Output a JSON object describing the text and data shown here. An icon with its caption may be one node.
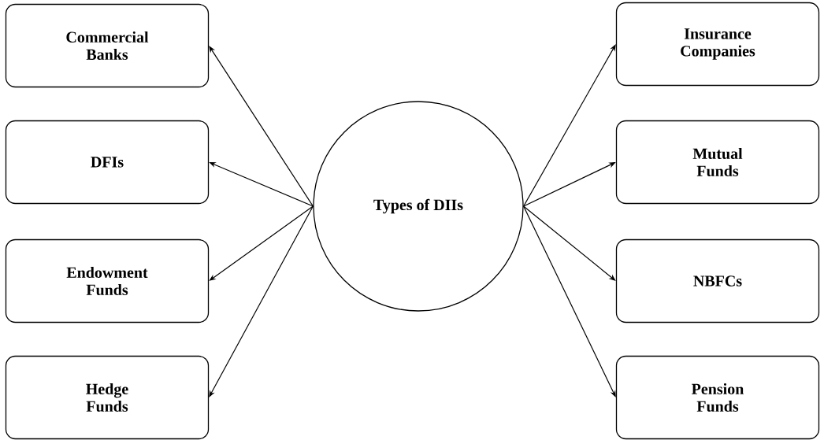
{
  "diagram": {
    "nodes": [
      {
        "text": [
          "Types of DIIs"
        ]
      },
      {
        "text": [
          "Commercial Banks"
        ]
      },
      {
        "text": [
          "DFIs"
        ]
      },
      {
        "text": [
          "Endowment Funds"
        ]
      },
      {
        "text": [
          "Hedge Funds"
        ]
      },
      {
        "text": [
          "Insurance Companies"
        ]
      },
      {
        "text": [
          "Mutual Funds"
        ]
      },
      {
        "text": [
          "NBFCs"
        ]
      },
      {
        "text": [
          "Pension Funds"
        ]
      }
    ],
    "edges": [
      {
        "from": 0,
        "to": 1,
        "arrow": "to"
      },
      {
        "from": 0,
        "to": 2,
        "arrow": "to"
      },
      {
        "from": 0,
        "to": 3,
        "arrow": "to"
      },
      {
        "from": 0,
        "to": 4,
        "arrow": "to"
      },
      {
        "from": 0,
        "to": 5,
        "arrow": "to"
      },
      {
        "from": 0,
        "to": 6,
        "arrow": "to"
      },
      {
        "from": 0,
        "to": 7,
        "arrow": "to"
      },
      {
        "from": 0,
        "to": 8,
        "arrow": "to"
      }
    ]
  }
}
